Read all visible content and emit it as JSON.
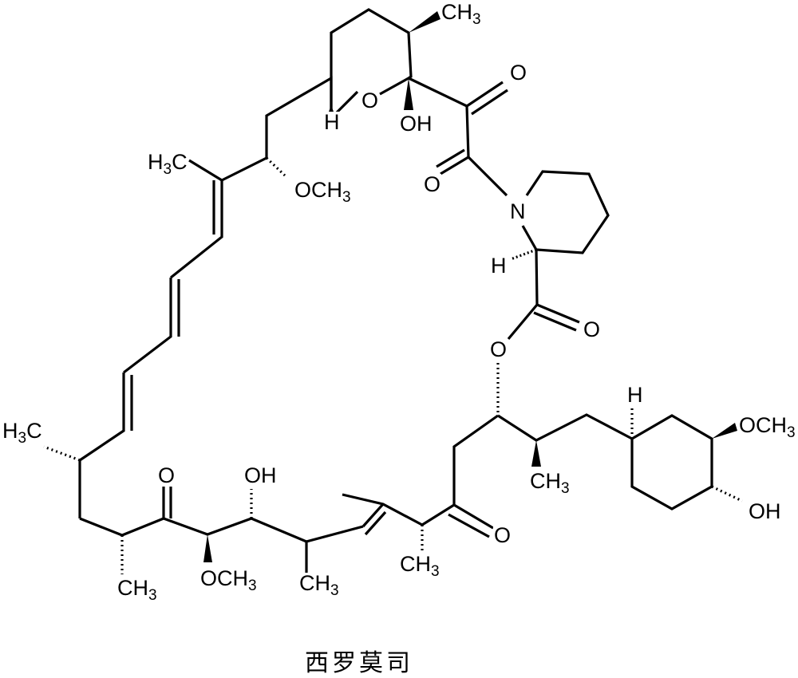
{
  "compound": {
    "caption": "西罗莫司",
    "labels": {
      "ch3_top": "CH",
      "ch3_top_sub": "3",
      "o_ketone_top": "O",
      "o_pyran": "O",
      "h_pyran": "H",
      "oh_hemiketal": "OH",
      "h3c_left_top": "H",
      "h3c_left_top_sub": "3",
      "h3c_left_top_c": "C",
      "och3_upper": "OCH",
      "och3_upper_sub": "3",
      "o_amide": "O",
      "n_pipecolate": "N",
      "h_pipecolate": "H",
      "o_ester_carbonyl": "O",
      "o_ester": "O",
      "h3c_left_mid": "H",
      "h3c_left_mid_sub": "3",
      "h3c_left_mid_c": "C",
      "o_ketone_mid": "O",
      "oh_mid": "OH",
      "ch3_bottom1": "CH",
      "ch3_bottom1_sub": "3",
      "och3_bottom": "OCH",
      "och3_bottom_sub": "3",
      "ch3_bottom2": "CH",
      "ch3_bottom2_sub": "3",
      "ch3_bottom3": "CH",
      "ch3_bottom3_sub": "3",
      "o_ketone_right": "O",
      "ch3_side": "CH",
      "ch3_side_sub": "3",
      "h_cyclohexyl": "H",
      "och3_cyclohexyl": "OCH",
      "och3_cyclohexyl_sub": "3",
      "oh_cyclohexyl": "OH"
    }
  }
}
